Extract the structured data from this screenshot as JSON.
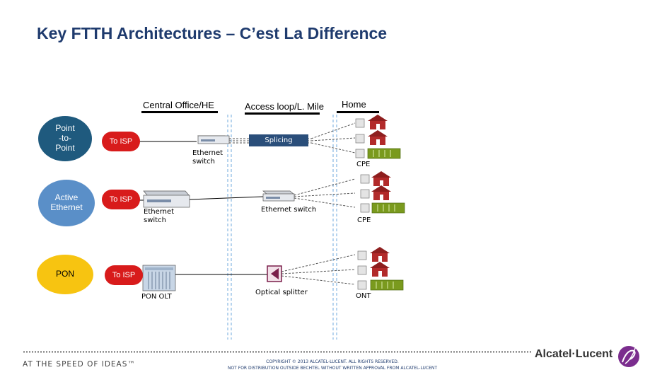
{
  "title": "Key FTTH Architectures – C’est La Difference",
  "columns": {
    "central_office": "Central Office/HE",
    "access_loop": "Access loop/L. Mile",
    "home": "Home"
  },
  "architectures": [
    {
      "label": "Point\n-to-\nPoint",
      "color": "#1f5a7e",
      "text_color": "#ffffff"
    },
    {
      "label": "Active\nEthernet",
      "color": "#5a8fc8",
      "text_color": "#ffffff"
    },
    {
      "label": "PON",
      "color": "#f7c411",
      "text_color": "#000000"
    }
  ],
  "rows": {
    "p2p": {
      "isp": "To ISP",
      "device": "Ethernet\nswitch",
      "splicing": "Splicing",
      "cpe": "CPE"
    },
    "ae": {
      "isp": "To ISP",
      "device": "Ethernet\nswitch",
      "remote_device": "Ethernet switch",
      "cpe": "CPE"
    },
    "pon": {
      "isp": "To ISP",
      "device": "PON OLT",
      "splitter": "Optical splitter",
      "ont": "ONT"
    }
  },
  "footer": {
    "tagline": "AT THE SPEED OF IDEAS™",
    "copyright_line1": "COPYRIGHT © 2013 ALCATEL-LUCENT. ALL RIGHTS RESERVED.",
    "copyright_line2": "NOT FOR DISTRIBUTION OUTSIDE BECHTEL WITHOUT WRITTEN APPROVAL FROM ALCATEL-LUCENT",
    "brand": "Alcatel·Lucent"
  },
  "colors": {
    "title": "#1f3b6e",
    "isp_cloud": "#d81b1b",
    "divider": "#6fa8dc",
    "brand_logo": "#7b2d8e"
  }
}
